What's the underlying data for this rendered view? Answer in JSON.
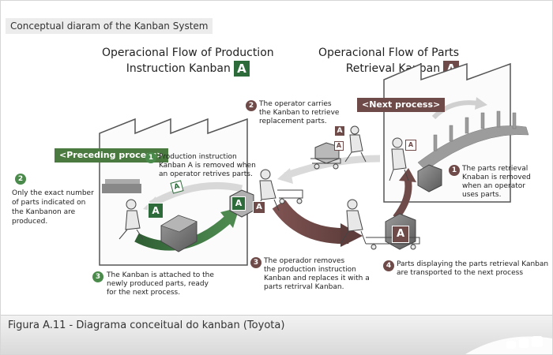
{
  "header": {
    "title": "Conceptual diaram of the Kanban System"
  },
  "left_flow": {
    "line1": "Operacional Flow of Production",
    "line2": "Instruction Kanban",
    "badge": "A",
    "badge_color": "#2e6b3a"
  },
  "right_flow": {
    "line1": "Operacional Flow of Parts",
    "line2": "Retrieval Kanban",
    "badge": "A",
    "badge_color": "#6e4a48"
  },
  "tags": {
    "preceding": "<Preceding process>",
    "next": "<Next process>"
  },
  "kanban_label": "A",
  "colors": {
    "green": "#2e6b3a",
    "brown": "#6e4a48",
    "badge_green": "#4a8a4a",
    "badge_brown": "#6e4a48",
    "arrow_light": "#d8d8d8"
  },
  "steps": {
    "left_1": {
      "num": "1",
      "l1": "Production instruction",
      "l2": "Kanban A is removed when",
      "l3": "an operator retrives parts."
    },
    "left_2": {
      "num": "2",
      "l1": "Only the exact number",
      "l2": "of parts indicated on",
      "l3": "the Kanbanon are",
      "l4": "produced."
    },
    "left_3": {
      "num": "3",
      "l1": "The Kanban is attached to the",
      "l2": "newly produced parts, ready",
      "l3": "for the next process."
    },
    "right_1": {
      "num": "1",
      "l1": "The parts retrieval",
      "l2": "Knaban is removed",
      "l3": "when an operator",
      "l4": "uses parts."
    },
    "right_2": {
      "num": "2",
      "l1": "The operator carries",
      "l2": "the Kanban to retrieve",
      "l3": "replacement parts."
    },
    "right_3": {
      "num": "3",
      "l1": "The operador removes",
      "l2": "the production instruction",
      "l3": "Kanban and replaces it with a",
      "l4": "parts retrirval Kanban."
    },
    "right_4": {
      "num": "4",
      "l1": "Parts displaying the parts retrieval Kanban",
      "l2": "are transported to the next process"
    }
  },
  "caption": "Figura A.11 - Diagrama conceitual do kanban (Toyota)"
}
